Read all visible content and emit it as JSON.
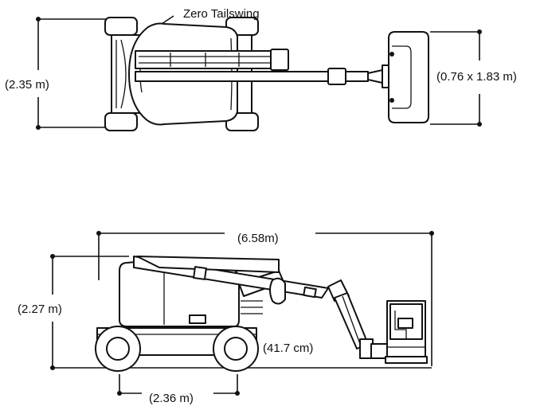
{
  "labels": {
    "zero_tailswing": "Zero Tailswing",
    "top_width": "(2.35 m)",
    "platform_size": "(0.76 x 1.83 m)",
    "overall_length": "(6.58m)",
    "stowed_height": "(2.27 m)",
    "ground_clearance": "(41.7 cm)",
    "wheelbase": "(2.36 m)"
  },
  "colors": {
    "line": "#111111",
    "background": "#ffffff"
  }
}
